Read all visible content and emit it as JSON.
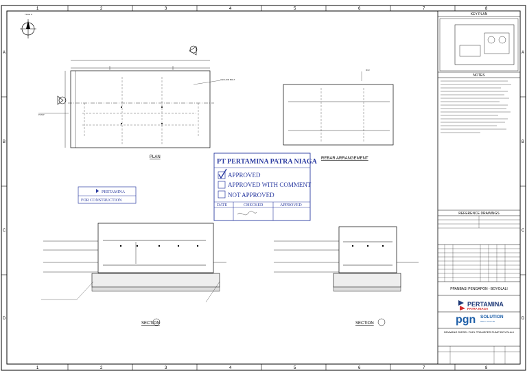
{
  "grid": {
    "columns": [
      "1",
      "2",
      "3",
      "4",
      "5",
      "6",
      "7",
      "8"
    ],
    "rows": [
      "A",
      "B",
      "C",
      "D"
    ]
  },
  "north_label": "TRUE N",
  "drawing_titles": {
    "plan": "PLAN",
    "rebar": "REBAR ARRANGEMENT",
    "section_a": "SECTION",
    "section_b": "SECTION"
  },
  "stamp": {
    "company": "PT PERTAMINA PATRA NIAGA",
    "options": [
      "APPROVED",
      "APPROVED WITH COMMENT",
      "NOT APPROVED"
    ],
    "checked_index": 0,
    "columns": [
      "DATE",
      "CHECKED",
      "APPROVED"
    ],
    "color": "#2a3aa0"
  },
  "construction_stamp": {
    "brand": "PERTAMINA",
    "label": "FOR CONSTRUCTION",
    "color": "#2a3aa0"
  },
  "title_block": {
    "key_plan": "KEY PLAN",
    "notes": "NOTES",
    "reference_drawings": "REFERENCE DRAWINGS",
    "project": "PPANBASI PENGAPON - BOYOLALI",
    "owner_brand": "PERTAMINA",
    "owner_sub": "PATRA NIAGA",
    "contractor_brand": "pgn",
    "contractor_sub": "SOLUTION",
    "contractor_tagline": "Gas In Your Life",
    "drawing_title": "DRAWING DIESEL FUEL TRANSFER PUMP BOYOLALI",
    "brand_red": "#d62a2a",
    "brand_blue": "#1e5fa8"
  }
}
